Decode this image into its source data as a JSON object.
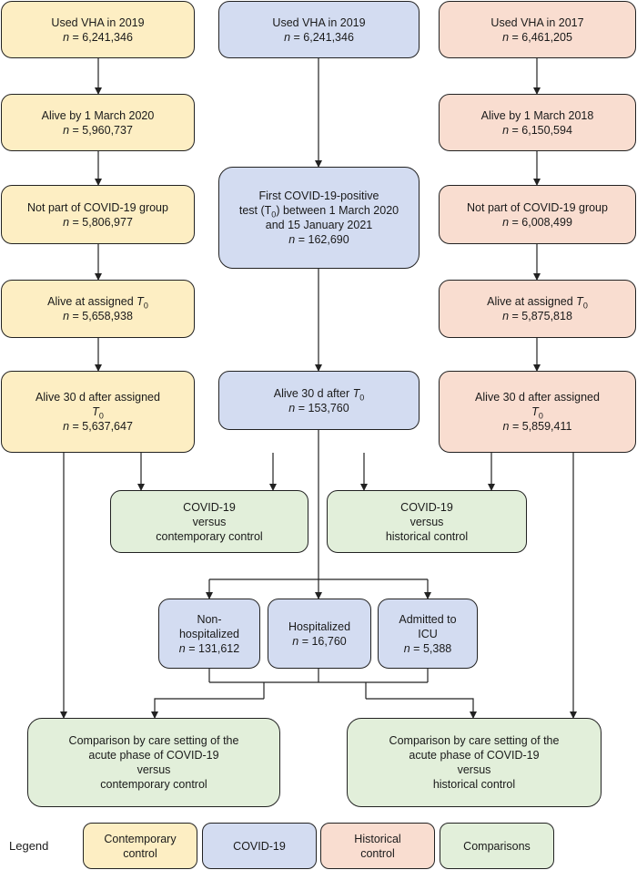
{
  "boxes": {
    "c1": {
      "title": "Used VHA in 2019",
      "count": "6,241,346"
    },
    "c2": {
      "title": "Alive by 1 March 2020",
      "count": "5,960,737"
    },
    "c3": {
      "title": "Not part of COVID-19 group",
      "count": "5,806,977"
    },
    "c4": {
      "title": "Alive at assigned",
      "t0": "T",
      "count": "5,658,938"
    },
    "c5": {
      "title": "Alive 30 d after assigned",
      "t0": "T",
      "count": "5,637,647"
    },
    "v1": {
      "title": "Used VHA in 2019",
      "count": "6,241,346"
    },
    "v2": {
      "line1": "First COVID-19-positive",
      "line2a": "test (T",
      "line2b": ") between 1 March 2020",
      "line3": "and 15 January 2021",
      "count": "162,690"
    },
    "v3": {
      "title": "Alive 30 d after",
      "t0": "T",
      "count": "153,760"
    },
    "h1": {
      "title": "Used VHA in 2017",
      "count": "6,461,205"
    },
    "h2": {
      "title": "Alive by 1 March 2018",
      "count": "6,150,594"
    },
    "h3": {
      "title": "Not part of COVID-19 group",
      "count": "6,008,499"
    },
    "h4": {
      "title": "Alive at assigned",
      "t0": "T",
      "count": "5,875,818"
    },
    "h5": {
      "title": "Alive 30 d after assigned",
      "t0": "T",
      "count": "5,859,411"
    },
    "comp_contemp": {
      "line1": "COVID-19",
      "line2": "versus",
      "line3": "contemporary control"
    },
    "comp_hist": {
      "line1": "COVID-19",
      "line2": "versus",
      "line3": "historical control"
    },
    "nonhosp": {
      "line1": "Non-",
      "line2": "hospitalized",
      "count": "131,612"
    },
    "hosp": {
      "line1": "Hospitalized",
      "count": "16,760"
    },
    "icu": {
      "line1": "Admitted to",
      "line2": "ICU",
      "count": "5,388"
    },
    "care_contemp": {
      "line1": "Comparison by care setting of the",
      "line2": "acute phase of COVID-19",
      "line3": "versus",
      "line4": "contemporary control"
    },
    "care_hist": {
      "line1": "Comparison by care setting of the",
      "line2": "acute phase of COVID-19",
      "line3": "versus",
      "line4": "historical control"
    }
  },
  "n_label": "n",
  "eq": " = ",
  "t0_sub": "0",
  "legend": {
    "label": "Legend",
    "contemporary": {
      "line1": "Contemporary",
      "line2": "control"
    },
    "covid": "COVID-19",
    "historical": {
      "line1": "Historical",
      "line2": "control"
    },
    "comparisons": "Comparisons"
  },
  "colors": {
    "contemporary": "#fdeec3",
    "covid": "#d3dcf1",
    "historical": "#f9ddd0",
    "comparisons": "#e2efda"
  }
}
